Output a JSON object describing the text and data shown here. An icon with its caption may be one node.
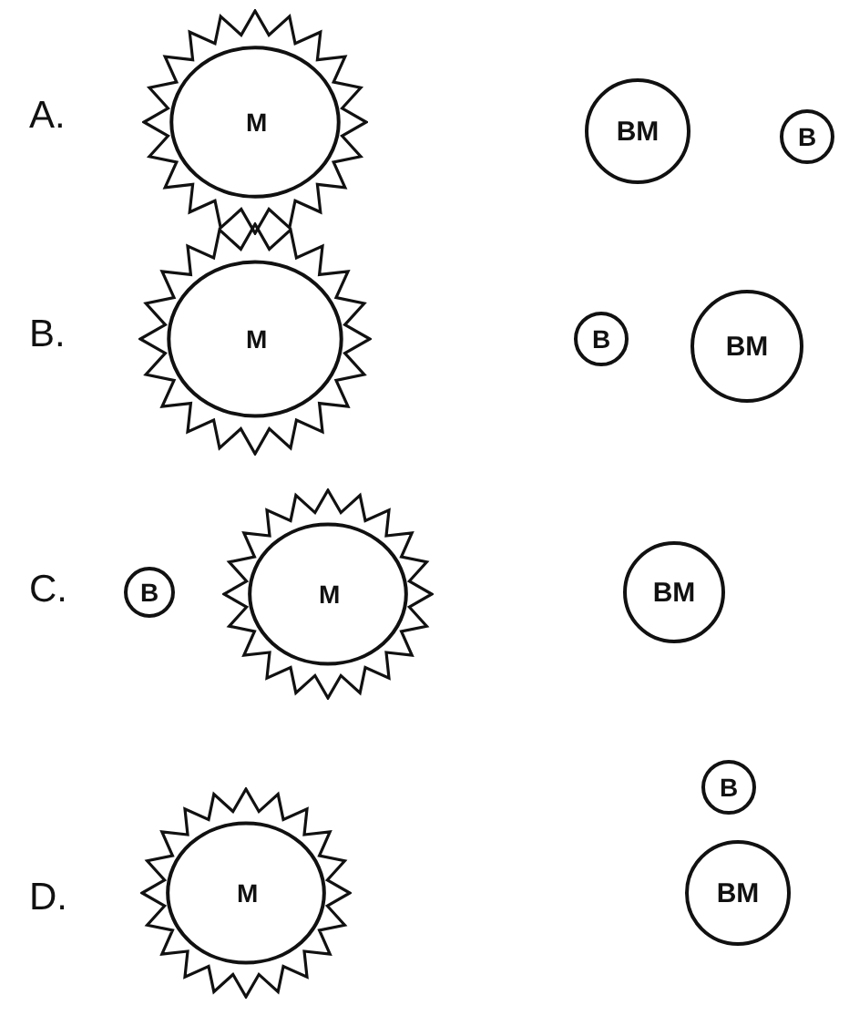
{
  "diagram": {
    "nodes": [
      {
        "text": [
          "M"
        ]
      },
      {
        "text": [
          "BM"
        ]
      },
      {
        "text": [
          "B"
        ]
      },
      {
        "text": [
          "M"
        ]
      },
      {
        "text": [
          "B"
        ]
      },
      {
        "text": [
          "BM"
        ]
      },
      {
        "text": [
          "B"
        ]
      },
      {
        "text": [
          "M"
        ]
      },
      {
        "text": [
          "BM"
        ]
      },
      {
        "text": [
          "B"
        ]
      },
      {
        "text": [
          "M"
        ]
      },
      {
        "text": [
          "BM"
        ]
      }
    ],
    "labels": [
      "A.",
      "B.",
      "C.",
      "D."
    ]
  }
}
